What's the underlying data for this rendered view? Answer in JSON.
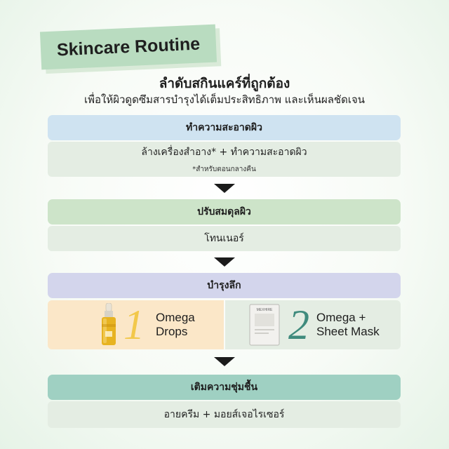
{
  "title": "Skincare Routine",
  "heading": "ลำดับสกินแคร์ที่ถูกต้อง",
  "subheading": "เพื่อให้ผิวดูดซึมสารบำรุงได้เต็มประสิทธิภาพ และเห็นผลชัดเจน",
  "steps": [
    {
      "title": "ทำความสะอาดผิว",
      "detail": "ล้างเครื่องสำอาง* + ทำความสะอาดผิว",
      "note": "*สำหรับตอนกลางคืน",
      "color": "#cfe3f1"
    },
    {
      "title": "ปรับสมดุลผิว",
      "detail": "โทนเนอร์",
      "color": "#cde4c9"
    },
    {
      "title": "บำรุงลึก",
      "color": "#d3d5ec"
    },
    {
      "title": "เติมความชุ่มชื้น",
      "detail": "อายครีม + มอยส์เจอไรเซอร์",
      "color": "#9fd0c2"
    }
  ],
  "products": [
    {
      "number": "1",
      "name": "Omega\nDrops",
      "icon": "serum-bottle-icon",
      "color": "#f2c84b"
    },
    {
      "number": "2",
      "name": "Omega +\nSheet Mask",
      "icon": "sheet-mask-pack-icon",
      "pack_text": "MEXHIRE",
      "color": "#3f8b7d"
    }
  ]
}
